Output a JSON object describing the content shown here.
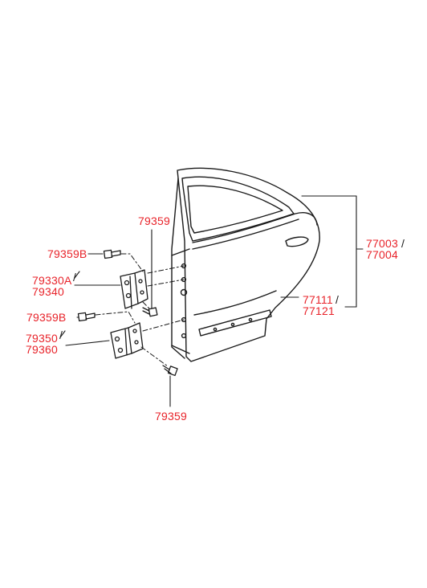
{
  "labels": {
    "top_bolt": "79359",
    "upper_hinge_bolt": "79359B",
    "upper_hinge_line1": "79330A",
    "upper_hinge_line2": "79340",
    "lower_hinge_bolt": "79359B",
    "lower_hinge_line1": "79350",
    "lower_hinge_line2": "79360",
    "bottom_bolt": "79359",
    "door_panel_line1": "77003",
    "door_panel_line2": "77004",
    "door_seal_line1": "77111",
    "door_seal_line2": "77121"
  },
  "colors": {
    "label": "#e8232a",
    "line": "#1a1a1a"
  },
  "icons": [
    "rear-door-panel",
    "upper-hinge",
    "lower-hinge",
    "bolt"
  ]
}
